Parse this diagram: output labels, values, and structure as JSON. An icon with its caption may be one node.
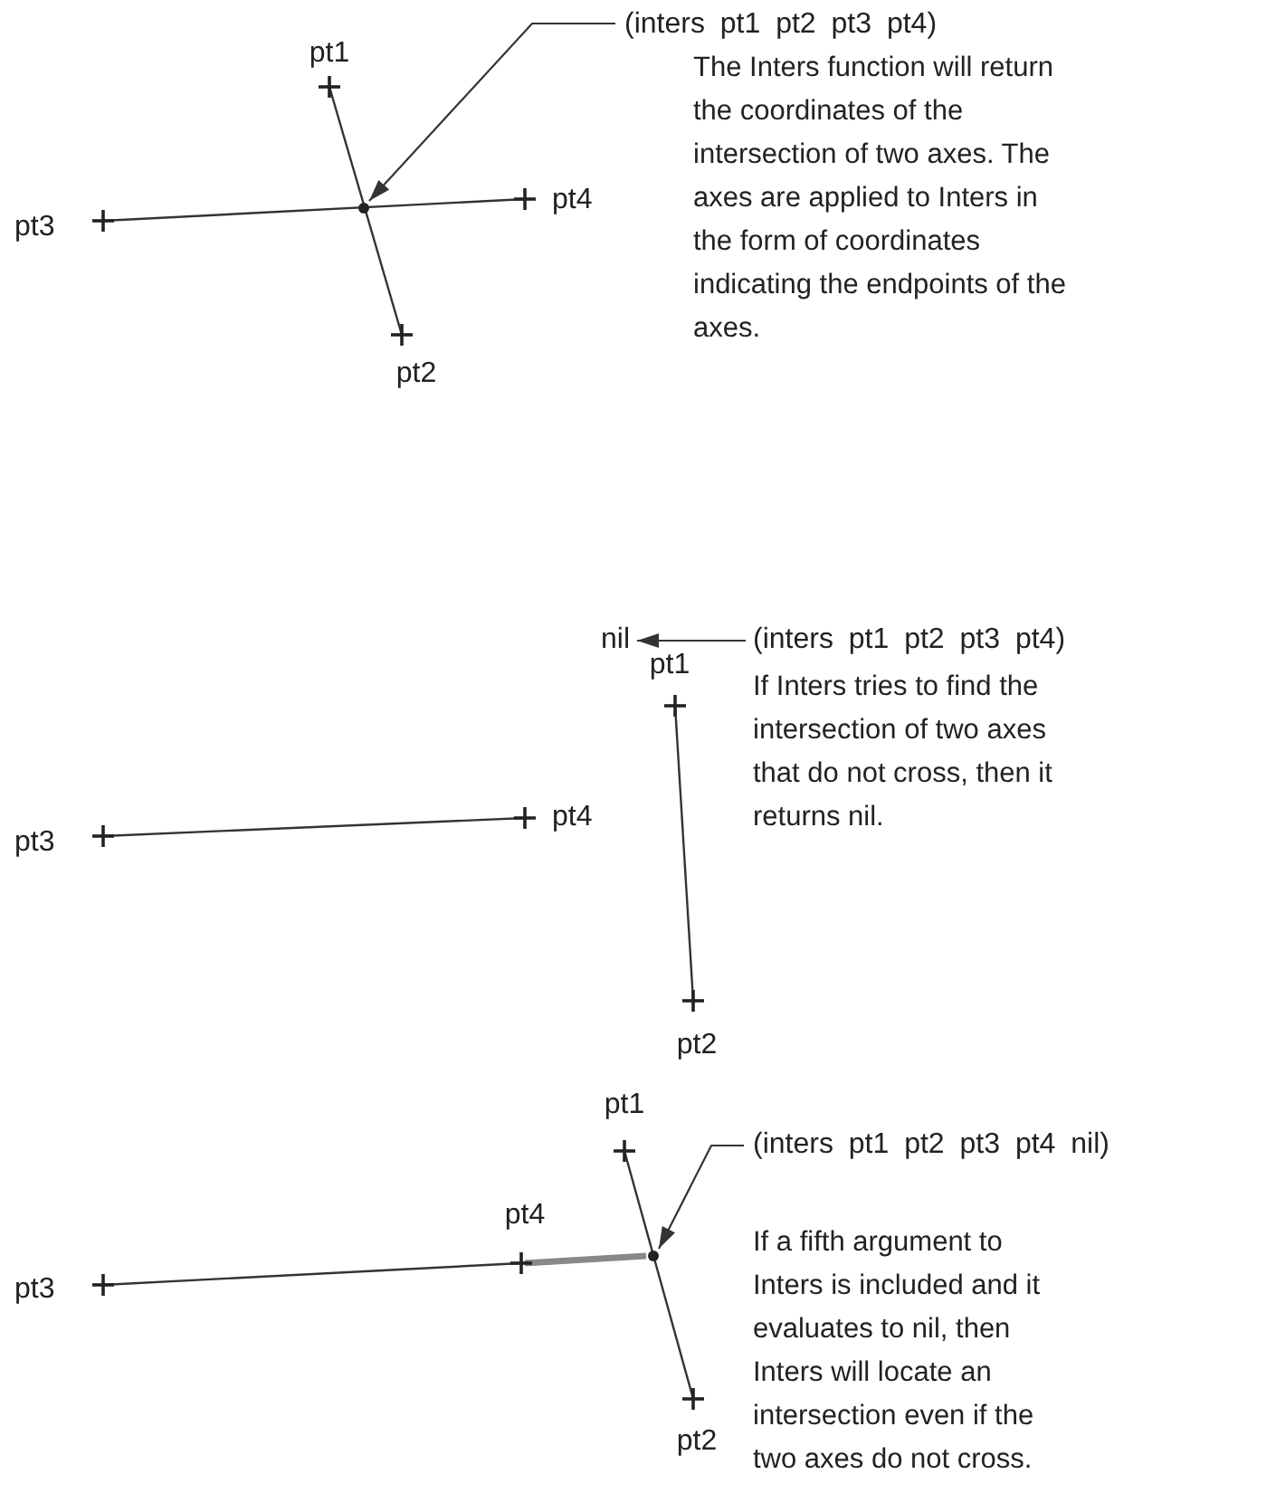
{
  "diagram": {
    "nodes": [
      {
        "text": [
          "(inters pt1 pt2 pt3 pt4)"
        ]
      },
      {
        "text": [],
        "shape": "circle"
      },
      {
        "text": [
          "nil"
        ]
      },
      {
        "text": [
          "(inters pt1 pt2 pt3 pt4)"
        ]
      },
      {
        "text": [
          "(inters pt1 pt2 pt3 pt4 nil)"
        ]
      },
      {
        "text": [],
        "shape": "circle"
      }
    ],
    "edges": [
      {
        "from": 0,
        "to": 1,
        "arrow": "to"
      },
      {
        "from": 3,
        "to": 2,
        "arrow": "to"
      },
      {
        "from": 4,
        "to": 5,
        "arrow": "to"
      }
    ],
    "labels": [
      "pt1",
      "The Inters function will return the coordinates of the intersection of two axes. The axes are applied to Inters in the form of coordinates indicating the endpoints of the axes.",
      "pt4",
      "pt3",
      "pt2",
      "pt1",
      "If Inters tries to find the intersection of two axes that do not cross, then it returns nil.",
      "pt4",
      "pt3",
      "pt2",
      "pt1",
      "If a fifth argument to Inters is included and it evaluates to nil, then Inters will locate an intersection even if the two axes do not cross.",
      "pt4",
      "pt3",
      "pt2"
    ]
  }
}
